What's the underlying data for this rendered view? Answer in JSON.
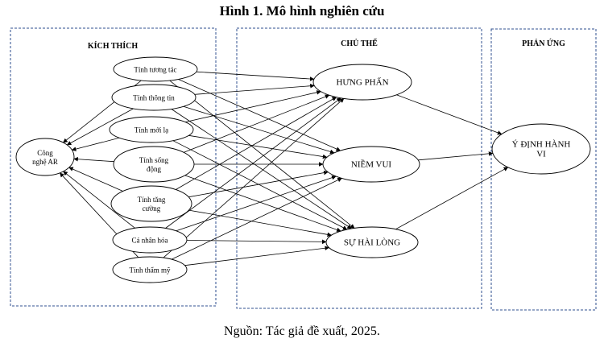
{
  "figure": {
    "title": "Hình 1. Mô hình nghiên cứu",
    "caption": "Nguồn: Tác giả đề xuất, 2025."
  },
  "groups": {
    "stimulus": {
      "label": "KÍCH THÍCH"
    },
    "organism": {
      "label": "CHỦ THỂ"
    },
    "response": {
      "label": "PHẢN ỨNG"
    }
  },
  "nodes": {
    "ar": {
      "lines": [
        "Công",
        "nghệ AR"
      ]
    },
    "stimuli": [
      {
        "id": "interactivity",
        "lines": [
          "Tính tương tác"
        ]
      },
      {
        "id": "informativeness",
        "lines": [
          "Tính thông tin"
        ]
      },
      {
        "id": "novelty",
        "lines": [
          "Tính mới lạ"
        ]
      },
      {
        "id": "vividness",
        "lines": [
          "Tính sống",
          "động"
        ]
      },
      {
        "id": "augmentation",
        "lines": [
          "Tính tăng",
          "cường"
        ]
      },
      {
        "id": "personalization",
        "lines": [
          "Cá nhân hóa"
        ]
      },
      {
        "id": "aesthetics",
        "lines": [
          "Tính thẩm mỹ"
        ]
      }
    ],
    "organism": [
      {
        "id": "arousal",
        "lines": [
          "HƯNG PHẤN"
        ]
      },
      {
        "id": "pleasure",
        "lines": [
          "NIỀM VUI"
        ]
      },
      {
        "id": "satisfaction",
        "lines": [
          "SỰ HÀI LÒNG"
        ]
      }
    ],
    "response": {
      "id": "intention",
      "lines": [
        "Ý ĐỊNH HÀNH",
        "VI"
      ]
    }
  },
  "edges": {
    "stimulus_to_ar": "all",
    "stimulus_to_organism": "all",
    "organism_to_response": "all"
  },
  "colors": {
    "border_dash": "#2f4f8f",
    "line": "#000000"
  }
}
